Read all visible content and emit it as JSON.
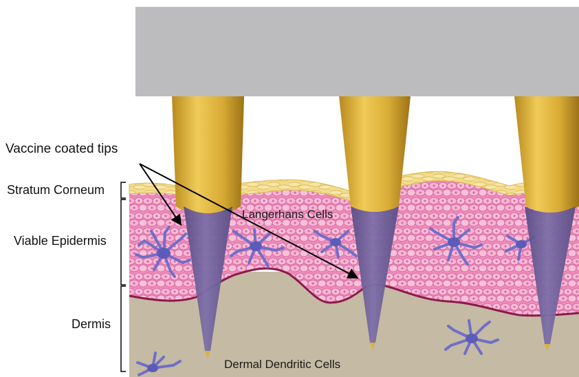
{
  "labels": {
    "vaccine_tips": "Vaccine coated tips",
    "stratum_corneum": "Stratum Corneum",
    "viable_epidermis": "Viable Epidermis",
    "dermis": "Dermis",
    "langerhans": "Langerhans Cells",
    "dermal_dendritic": "Dermal Dendritic Cells"
  },
  "colors": {
    "backing_plate": "#bcbcbe",
    "needle_gold": "#d9b23a",
    "vaccine_coating": "#6f5f9a",
    "stratum_corneum": "#f3dc8c",
    "epidermis": "#ef8fbd",
    "dermis": "#c5baa3",
    "basement_line": "#8b1a4a",
    "dendritic_cell": "#6f6fc8"
  }
}
